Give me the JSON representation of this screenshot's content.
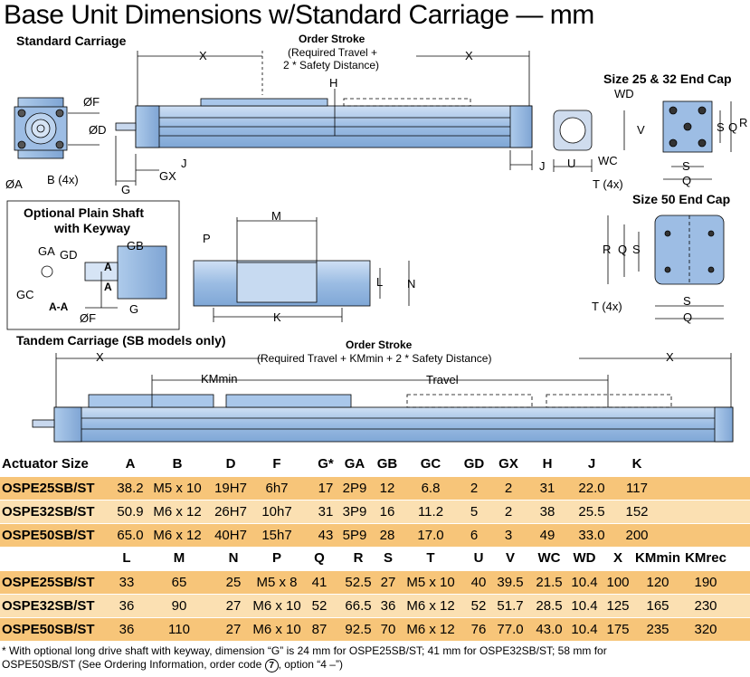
{
  "title": "Base Unit Dimensions w/Standard Carriage — mm",
  "sections": {
    "standard_carriage": "Standard Carriage",
    "order_stroke": "Order Stroke",
    "order_stroke_sub1": "(Required Travel +",
    "order_stroke_sub2": "2 * Safety Distance)",
    "end_cap_25_32": "Size 25 & 32 End Cap",
    "end_cap_50": "Size 50 End Cap",
    "optional_shaft_1": "Optional Plain Shaft",
    "optional_shaft_2": "with Keyway",
    "tandem_carriage": "Tandem Carriage (SB models only)",
    "tandem_order_stroke": "Order Stroke",
    "tandem_order_stroke_sub": "(Required Travel + KMmin + 2 * Safety Distance)",
    "km_min": "KMmin",
    "travel": "Travel",
    "section_aa": "A-A"
  },
  "dim_labels": {
    "X": "X",
    "H": "H",
    "F": "ØF",
    "D": "ØD",
    "A": "ØA",
    "B": "B (4x)",
    "G": "G",
    "GX": "GX",
    "J": "J",
    "WD": "WD",
    "V": "V",
    "U": "U",
    "WC": "WC",
    "S": "S",
    "Q": "Q",
    "R": "R",
    "T": "T (4x)",
    "M": "M",
    "P": "P",
    "L": "L",
    "N": "N",
    "K": "K",
    "GA": "GA",
    "GD": "GD",
    "GB": "GB",
    "GC": "GC",
    "AA": "A"
  },
  "table1": {
    "headers": [
      "Actuator Size",
      "A",
      "B",
      "D",
      "F",
      "G*",
      "GA",
      "GB",
      "GC",
      "GD",
      "GX",
      "H",
      "J",
      "K"
    ],
    "rows": [
      [
        "OSPE25SB/ST",
        "38.2",
        "M5 x 10",
        "19H7",
        "6h7",
        "17",
        "2P9",
        "12",
        "6.8",
        "2",
        "2",
        "31",
        "22.0",
        "117"
      ],
      [
        "OSPE32SB/ST",
        "50.9",
        "M6 x 12",
        "26H7",
        "10h7",
        "31",
        "3P9",
        "16",
        "11.2",
        "5",
        "2",
        "38",
        "25.5",
        "152"
      ],
      [
        "OSPE50SB/ST",
        "65.0",
        "M6 x 12",
        "40H7",
        "15h7",
        "43",
        "5P9",
        "28",
        "17.0",
        "6",
        "3",
        "49",
        "33.0",
        "200"
      ]
    ]
  },
  "table2": {
    "headers": [
      "",
      "L",
      "M",
      "N",
      "P",
      "Q",
      "R",
      "S",
      "T",
      "U",
      "V",
      "WC",
      "WD",
      "X",
      "KMmin",
      "KMrec"
    ],
    "rows": [
      [
        "OSPE25SB/ST",
        "33",
        "65",
        "25",
        "M5 x 8",
        "41",
        "52.5",
        "27",
        "M5 x 10",
        "40",
        "39.5",
        "21.5",
        "10.4",
        "100",
        "120",
        "190"
      ],
      [
        "OSPE32SB/ST",
        "36",
        "90",
        "27",
        "M6 x 10",
        "52",
        "66.5",
        "36",
        "M6 x 12",
        "52",
        "51.7",
        "28.5",
        "10.4",
        "125",
        "165",
        "230"
      ],
      [
        "OSPE50SB/ST",
        "36",
        "110",
        "27",
        "M6 x 10",
        "87",
        "92.5",
        "70",
        "M6 x 12",
        "76",
        "77.0",
        "43.0",
        "10.4",
        "175",
        "235",
        "320"
      ]
    ]
  },
  "footnote_1": "* With optional long drive shaft with keyway, dimension “G” is 24 mm for OSPE25SB/ST; 41 mm for OSPE32SB/ST; 58 mm for",
  "footnote_2a": "OSPE50SB/ST (See Ordering Information, order code ",
  "footnote_code": "7",
  "footnote_2b": ", option “4 –”)"
}
